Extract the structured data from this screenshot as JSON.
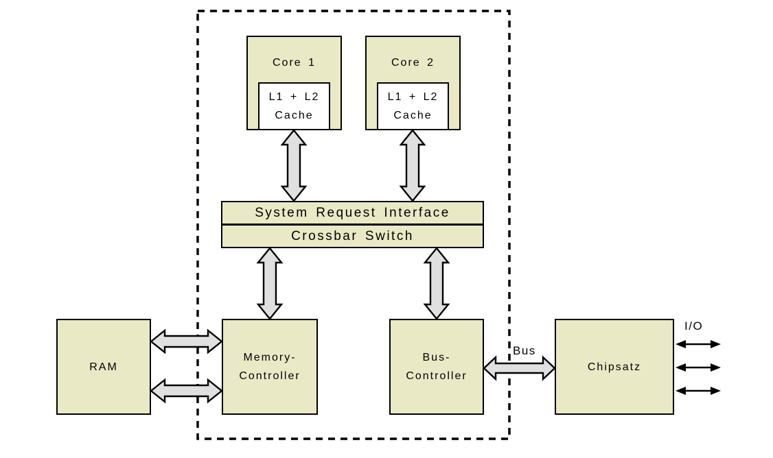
{
  "diagram": {
    "colors": {
      "page_bg": "#ffffff",
      "box_fill": "#e9e9c6",
      "arrow_fill": "#e0e0e0",
      "border": "#000000"
    },
    "nodes": {
      "core1": {
        "label": "Core 1"
      },
      "core2": {
        "label": "Core 2"
      },
      "cache1": {
        "line1": "L1 + L2",
        "line2": "Cache"
      },
      "cache2": {
        "line1": "L1 + L2",
        "line2": "Cache"
      },
      "sri": {
        "label": "System Request Interface"
      },
      "crossbar": {
        "label": "Crossbar Switch"
      },
      "ram": {
        "label": "RAM"
      },
      "memory_controller": {
        "line1": "Memory-",
        "line2": "Controller"
      },
      "bus_controller": {
        "line1": "Bus-",
        "line2": "Controller"
      },
      "chipset": {
        "label": "Chipsatz"
      }
    },
    "labels": {
      "bus": "Bus",
      "io": "I/O"
    }
  }
}
